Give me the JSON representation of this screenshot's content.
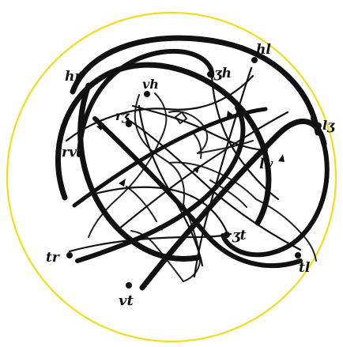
{
  "colors": {
    "ring": "#f2dc1e",
    "ink": "#111111",
    "background": "#ffffff"
  },
  "labels": {
    "hl": "hl",
    "hr": "hr",
    "vh": "vh",
    "zh": "ʒh",
    "rz": "rʒ",
    "lz": "lʒ",
    "rv": "rv",
    "lv": "lv",
    "zt": "ʒt",
    "tr": "tr",
    "tl": "tl",
    "vt": "vt"
  }
}
